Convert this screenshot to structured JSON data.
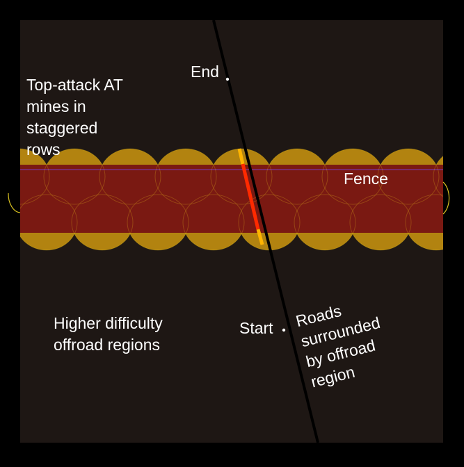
{
  "labels": {
    "mines": "Top-attack AT\nmines in\nstaggered\nrows",
    "end": "End",
    "fence": "Fence",
    "offroad": "Higher difficulty\noffroad regions",
    "start": "Start",
    "roads": "Roads\nsurrounded\nby offroad\nregion"
  },
  "colors": {
    "background": "#000000",
    "terrain": "#1e1714",
    "road": "#000000",
    "mine_zone": "#7a1912",
    "mine_fill": "#b28310",
    "mine_outline": "#ffe020",
    "fence": "#7a2a6a",
    "road_hot": "#ff2a00",
    "road_warm": "#ffb400",
    "label": "#ffffff"
  },
  "icons": {
    "start_marker": "waypoint-dot",
    "end_marker": "waypoint-dot"
  }
}
